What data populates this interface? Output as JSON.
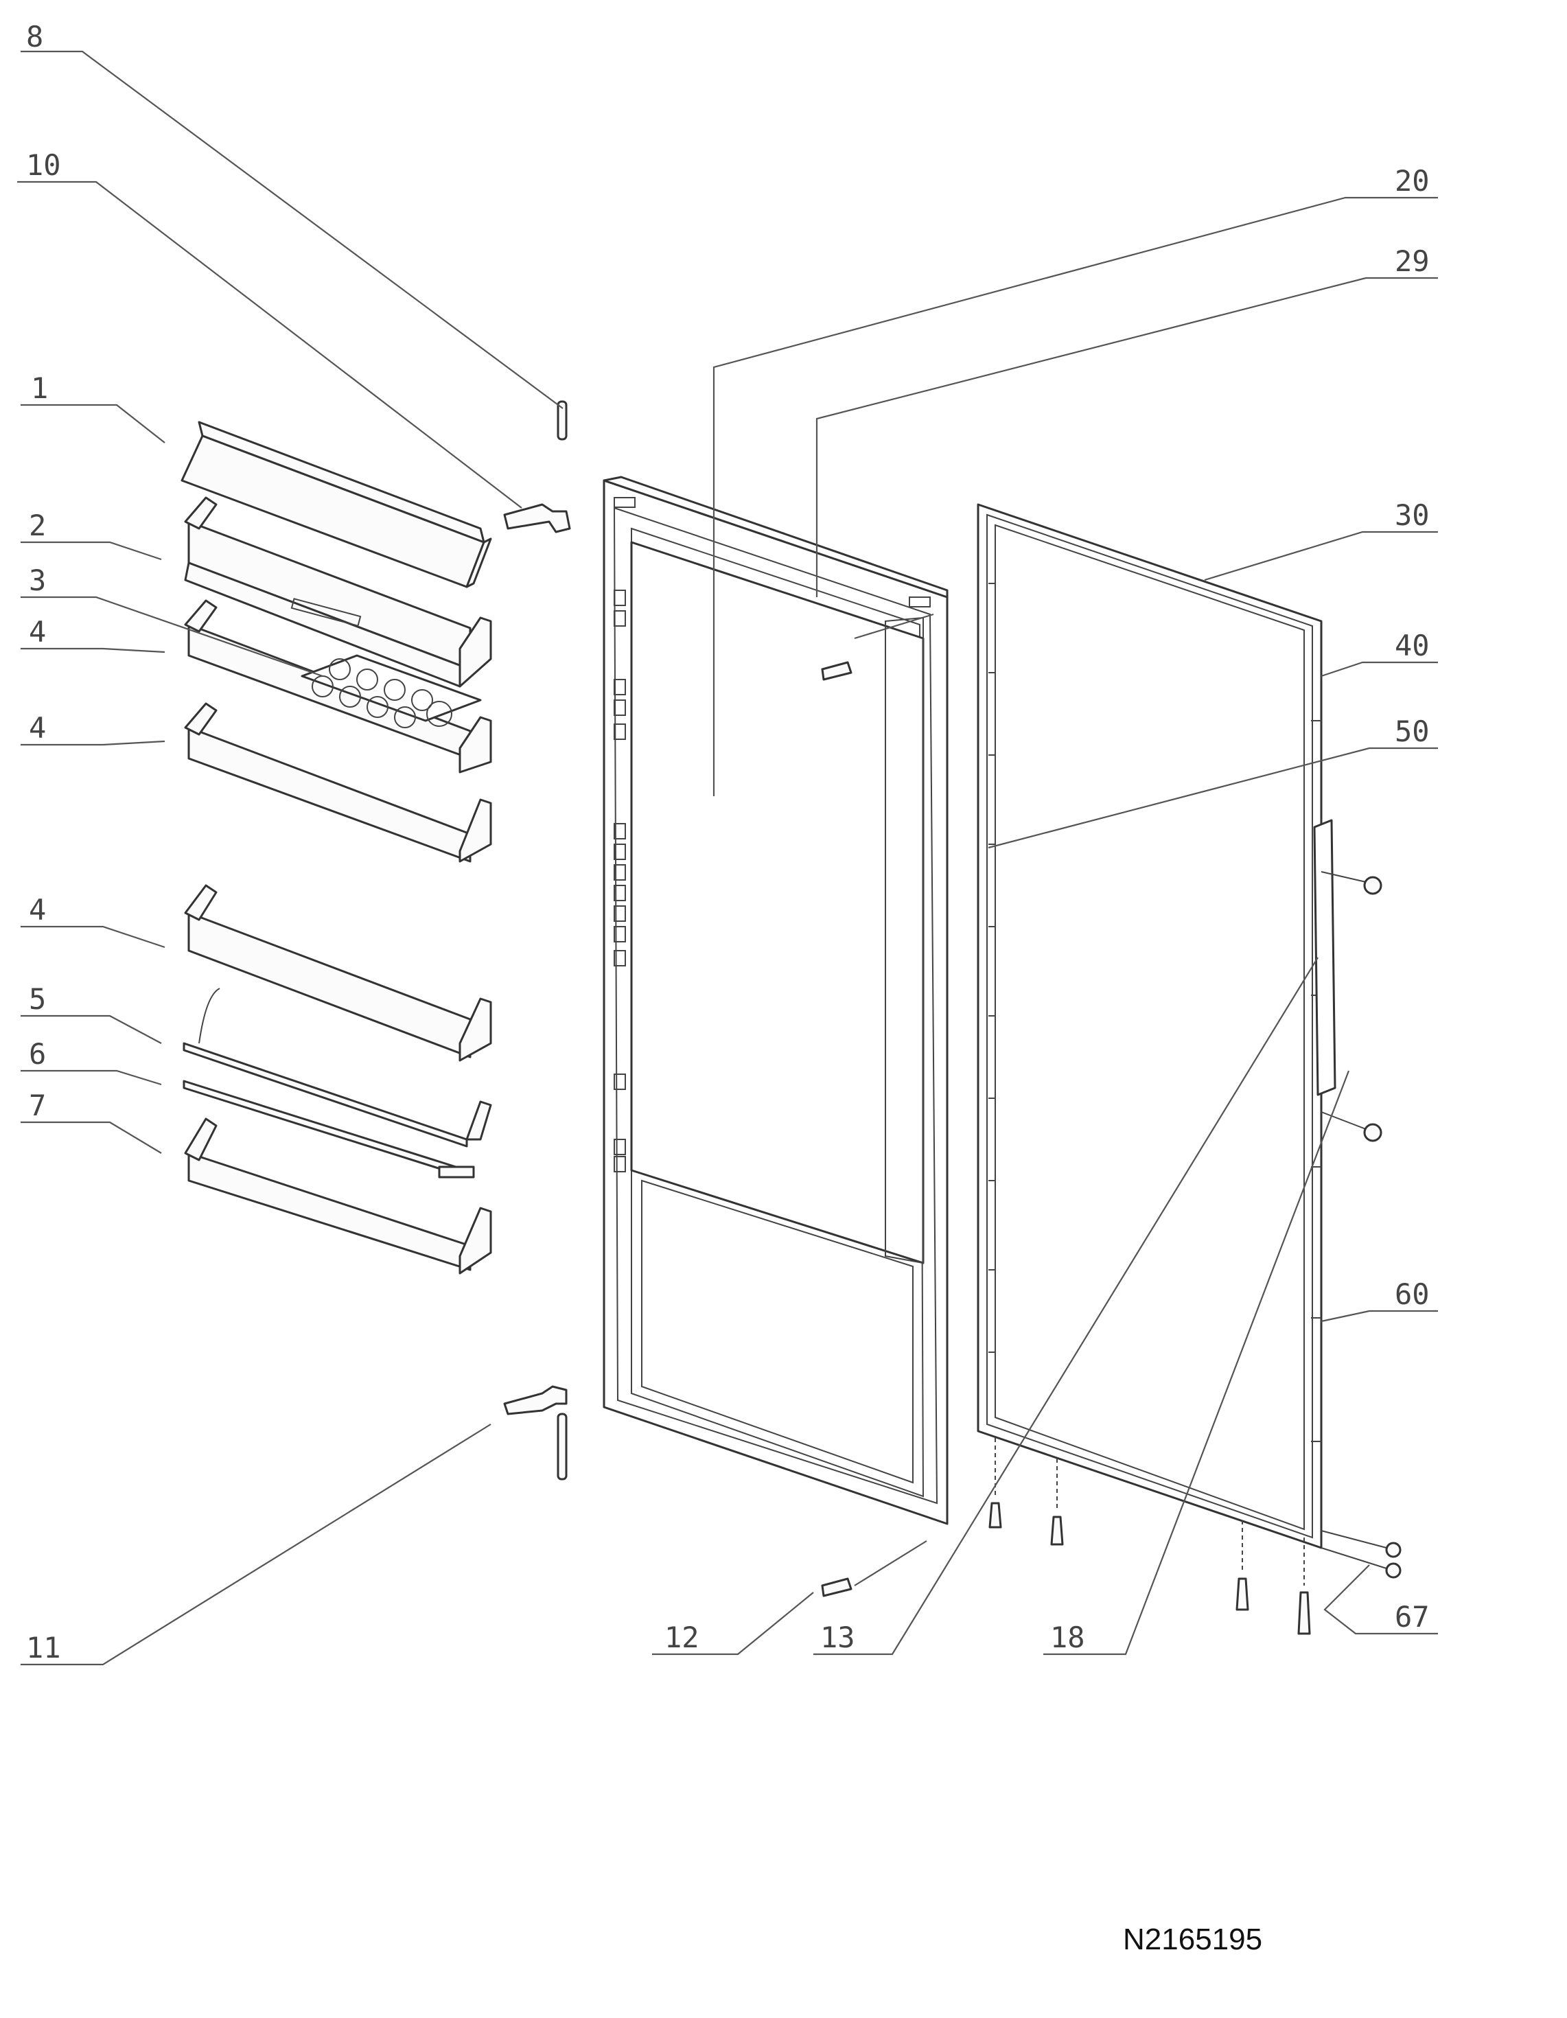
{
  "diagram": {
    "labels": {
      "l8": "8",
      "l10": "10",
      "l1": "1",
      "l2": "2",
      "l3": "3",
      "l4a": "4",
      "l4b": "4",
      "l4c": "4",
      "l5": "5",
      "l6": "6",
      "l7": "7",
      "l11": "11",
      "l12": "12",
      "l13": "13",
      "l18": "18",
      "l20": "20",
      "l29": "29",
      "l30": "30",
      "l40": "40",
      "l50": "50",
      "l60": "60",
      "l67": "67"
    },
    "drawing_code": "N2165195"
  }
}
